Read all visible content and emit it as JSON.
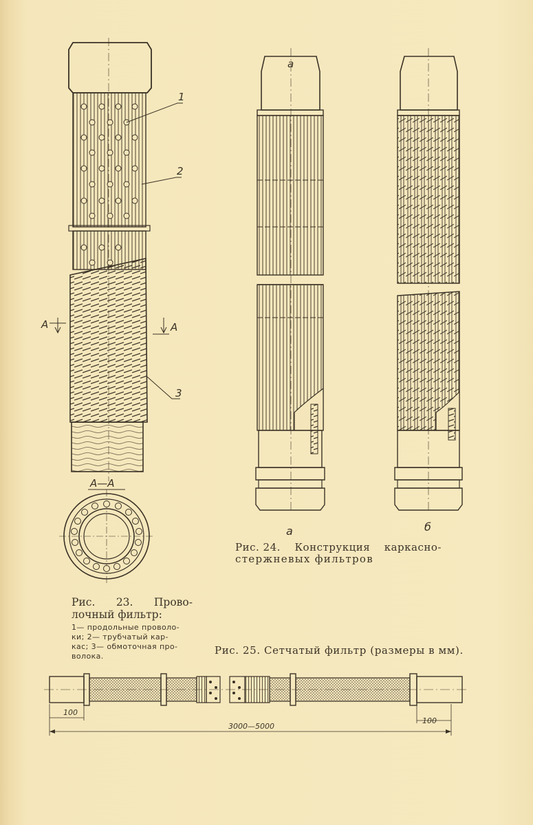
{
  "fig23": {
    "callouts": [
      "1",
      "2",
      "3"
    ],
    "section_marker": "A",
    "section_title": "А—А",
    "caption_number": "Рис.",
    "caption_num_val": "23.",
    "caption_word1": "Прово-",
    "caption_line2": "лочный фильтр:",
    "legend_lines": [
      "1— продольные проволо-",
      "ки; 2— трубчатый кар-",
      "кас; 3— обмоточная про-",
      "волока."
    ]
  },
  "fig24": {
    "label_a": "а",
    "label_b": "б",
    "caption_prefix": "Рис. 24.",
    "caption_word1": "Конструкция",
    "caption_word2": "каркасно-",
    "caption_line2": "стержневых фильтров"
  },
  "fig25": {
    "caption": "Рис. 25. Сетчатый фильтр (размеры в мм).",
    "dim_left": "100",
    "dim_right": "100",
    "dim_total": "3000—5000"
  },
  "colors": {
    "paper": "#f4e6ba",
    "ink": "#3a3226"
  }
}
